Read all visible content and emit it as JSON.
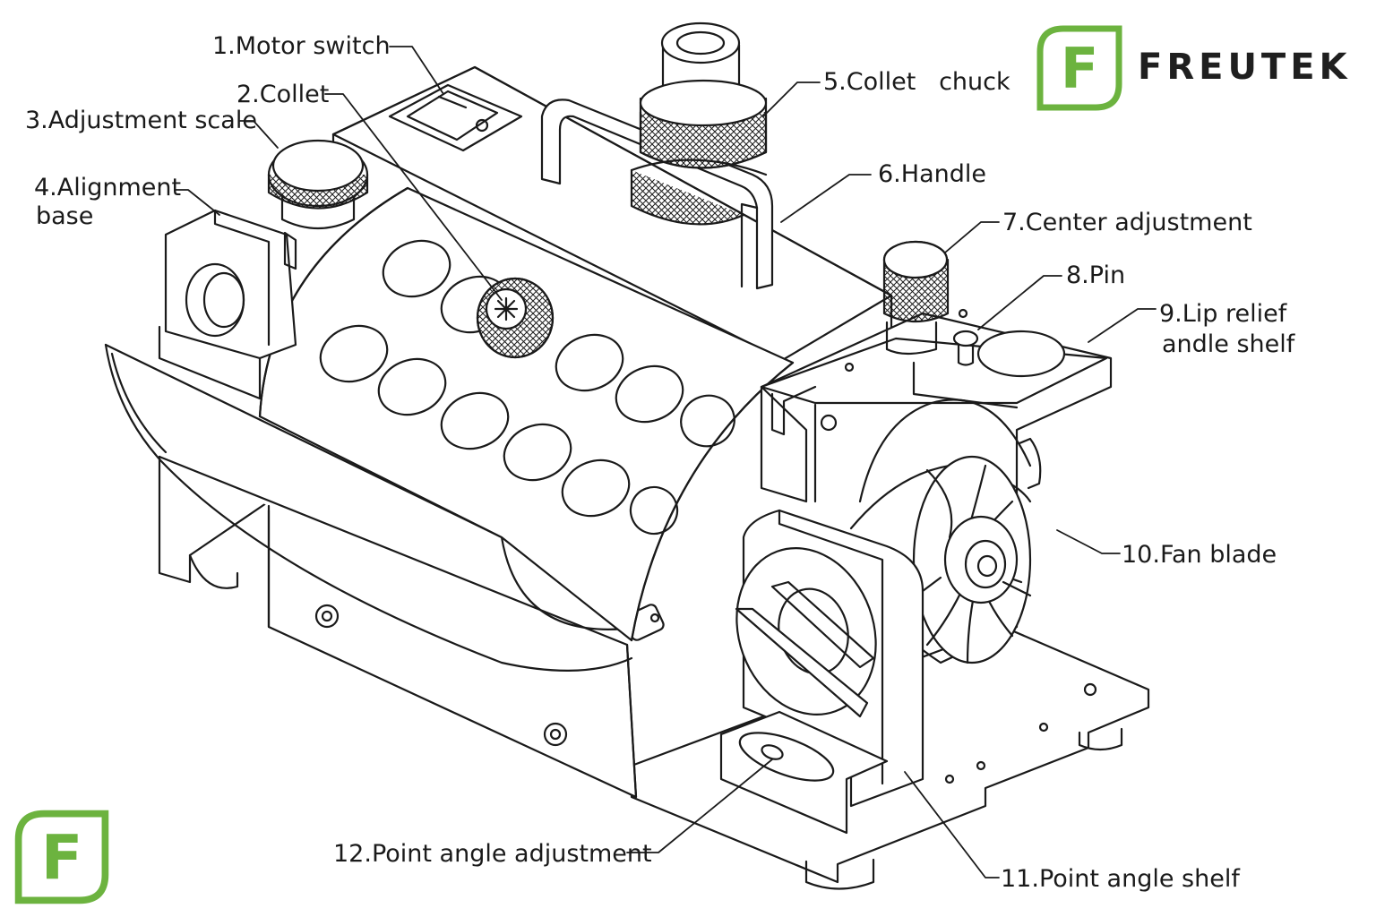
{
  "brand": {
    "name": "FREUTEK",
    "logo_letter": "F",
    "color_green": "#6cb33f",
    "color_dark": "#1f1f1f"
  },
  "labels": {
    "motor_switch": "1.Motor switch",
    "collet": "2.Collet",
    "adjustment_scale": "3.Adjustment scale",
    "alignment_base_l1": "4.Alignment",
    "alignment_base_l2": "base",
    "collet_chuck": "5.Collet   chuck",
    "handle": "6.Handle",
    "center_adjustment": "7.Center adjustment",
    "pin": "8.Pin",
    "lip_relief_l1": "9.Lip relief",
    "lip_relief_l2": "andle shelf",
    "fan_blade": "10.Fan blade",
    "point_angle_shelf": "11.Point angle shelf",
    "point_angle_adjustment": "12.Point angle adjustment"
  }
}
